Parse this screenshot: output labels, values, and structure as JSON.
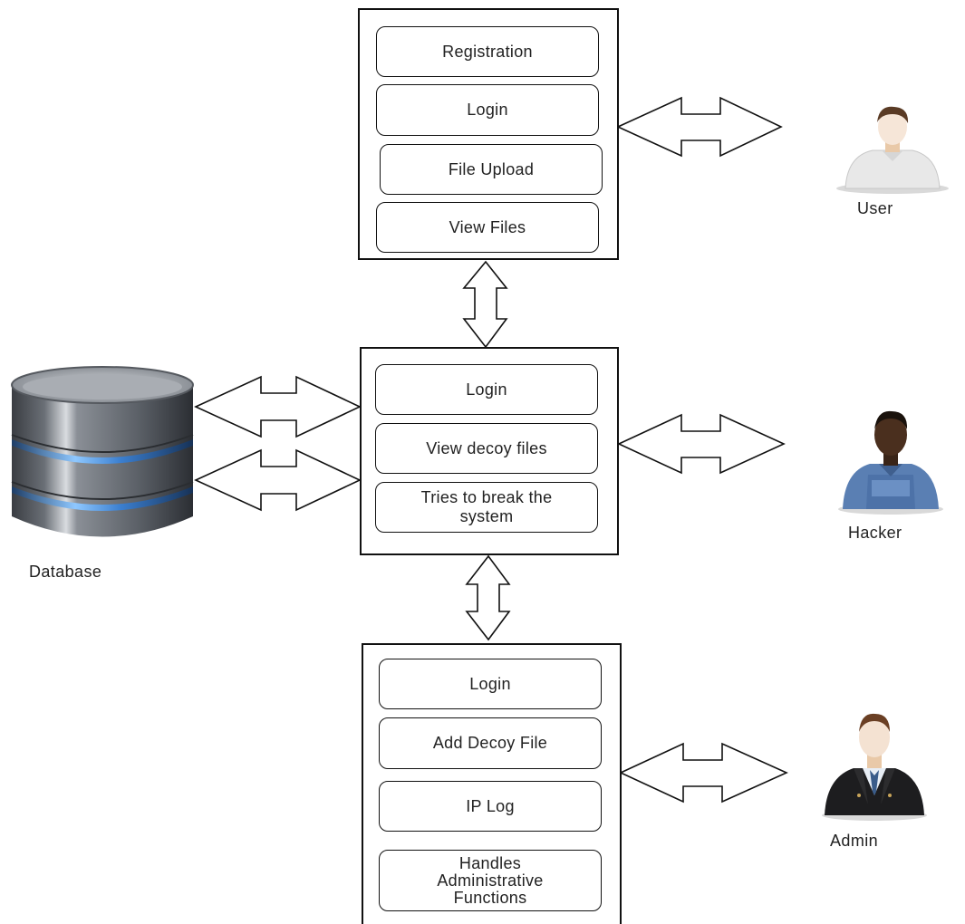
{
  "user_panel": {
    "items": [
      "Registration",
      "Login",
      "File Upload",
      "View Files"
    ]
  },
  "hacker_panel": {
    "items": [
      "Login",
      "View decoy files",
      "Tries to break the\nsystem"
    ]
  },
  "admin_panel": {
    "items": [
      "Login",
      "Add Decoy File",
      "IP Log",
      "Handles\nAdministrative\nFunctions"
    ]
  },
  "actors": {
    "user": {
      "label": "User",
      "icon": "user-avatar-icon"
    },
    "hacker": {
      "label": "Hacker",
      "icon": "hacker-avatar-icon"
    },
    "admin": {
      "label": "Admin",
      "icon": "admin-avatar-icon"
    }
  },
  "database": {
    "label": "Database",
    "icon": "database-cylinder-icon"
  },
  "connectors": {
    "icon": "double-arrow-icon"
  }
}
